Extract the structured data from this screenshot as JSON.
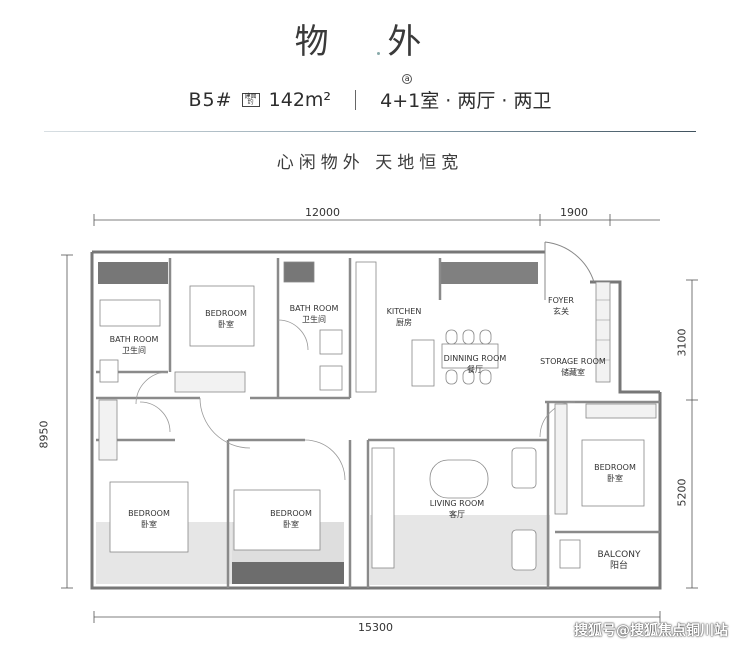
{
  "header": {
    "title": "物 外",
    "building": "B5#",
    "area_badge_text": "建面 约",
    "area": "142m²",
    "layout_note_mark": "a",
    "layout": "4+1室 · 两厅 · 两卫",
    "slogan": "心闲物外 天地恒宽"
  },
  "dimensions": {
    "top_left": "12000",
    "top_right": "1900",
    "bottom": "15300",
    "left": "8950",
    "right_top": "3100",
    "right_bottom": "5200"
  },
  "rooms": {
    "bath1": {
      "en": "BATH ROOM",
      "cn": "卫生间"
    },
    "bedroom_top": {
      "en": "BEDROOM",
      "cn": "卧室"
    },
    "bath2": {
      "en": "BATH ROOM",
      "cn": "卫生间"
    },
    "kitchen": {
      "en": "KITCHEN",
      "cn": "厨房"
    },
    "dining": {
      "en": "DINNING ROOM",
      "cn": "餐厅"
    },
    "foyer": {
      "en": "FOYER",
      "cn": "玄关"
    },
    "storage": {
      "en": "STORAGE ROOM",
      "cn": "储藏室"
    },
    "bedroom_left": {
      "en": "BEDROOM",
      "cn": "卧室"
    },
    "bedroom_mid": {
      "en": "BEDROOM",
      "cn": "卧室"
    },
    "living": {
      "en": "LIVING ROOM",
      "cn": "客厅"
    },
    "bedroom_right": {
      "en": "BEDROOM",
      "cn": "卧室"
    },
    "balcony": {
      "en": "BALCONY",
      "cn": "阳台"
    }
  },
  "watermark": "搜狐号@搜狐焦点铜川站"
}
